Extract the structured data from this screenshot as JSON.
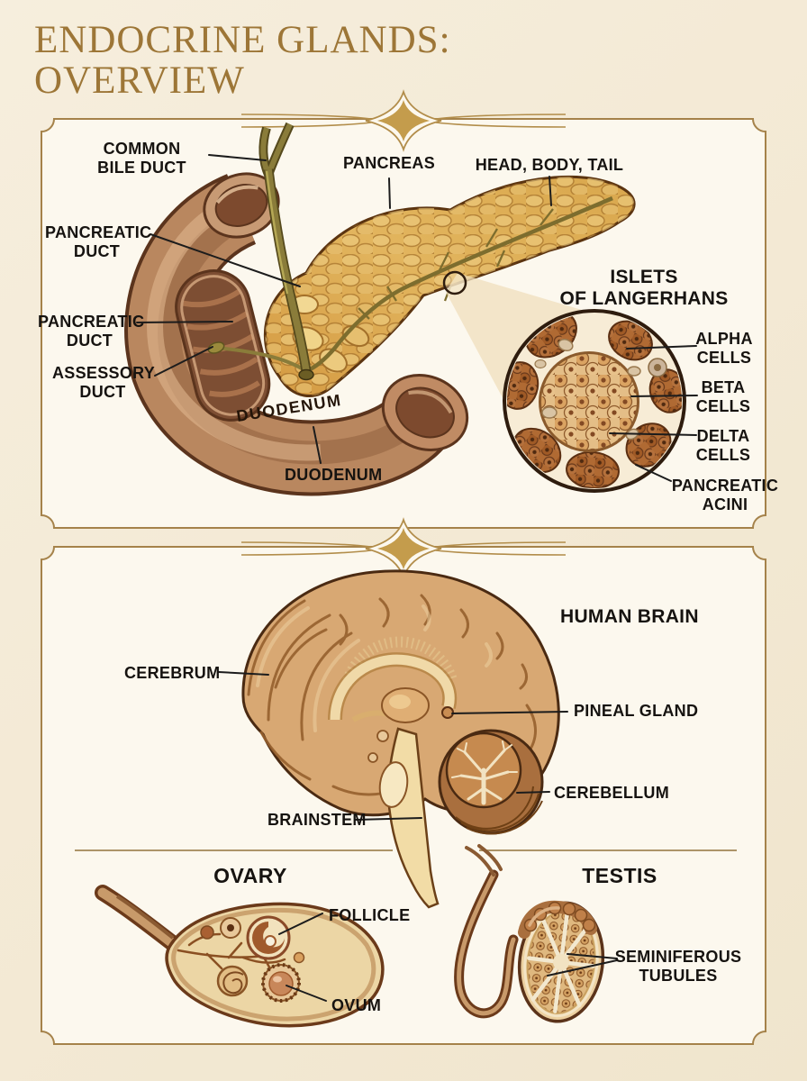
{
  "page": {
    "title": "ENDOCRINE GLANDS:\nOVERVIEW",
    "colors": {
      "background": "#f3e9d4",
      "panel_background": "#fcf8ee",
      "frame_gold": "#a5824a",
      "ornament_gold": "#c49c4c",
      "title_gold": "#9d7637",
      "label_ink": "#161310"
    }
  },
  "panel_pancreas": {
    "labels": {
      "common_bile_duct": "COMMON\nBILE DUCT",
      "pancreas": "PANCREAS",
      "head_body_tail": "HEAD, BODY, TAIL",
      "pancreatic_duct_upper": "PANCREATIC\nDUCT",
      "pancreatic_duct_lower": "PANCREATIC\nDUCT",
      "assessory_duct": "ASSESSORY\nDUCT",
      "duodenum_inline": "DUODENUM",
      "duodenum": "DUODENUM",
      "islets_heading": "ISLETS\nOF LANGERHANS",
      "alpha_cells": "ALPHA\nCELLS",
      "beta_cells": "BETA\nCELLS",
      "delta_cells": "DELTA\nCELLS",
      "pancreatic_acini": "PANCREATIC\nACINI"
    }
  },
  "panel_glands": {
    "labels": {
      "human_brain": "HUMAN BRAIN",
      "cerebrum": "CEREBRUM",
      "pineal_gland": "PINEAL GLAND",
      "cerebellum": "CEREBELLUM",
      "brainstem": "BRAINSTEM",
      "ovary": "OVARY",
      "follicle": "FOLLICLE",
      "ovum": "OVUM",
      "testis": "TESTIS",
      "seminiferous_tubules": "SEMINIFEROUS\nTUBULES"
    }
  }
}
